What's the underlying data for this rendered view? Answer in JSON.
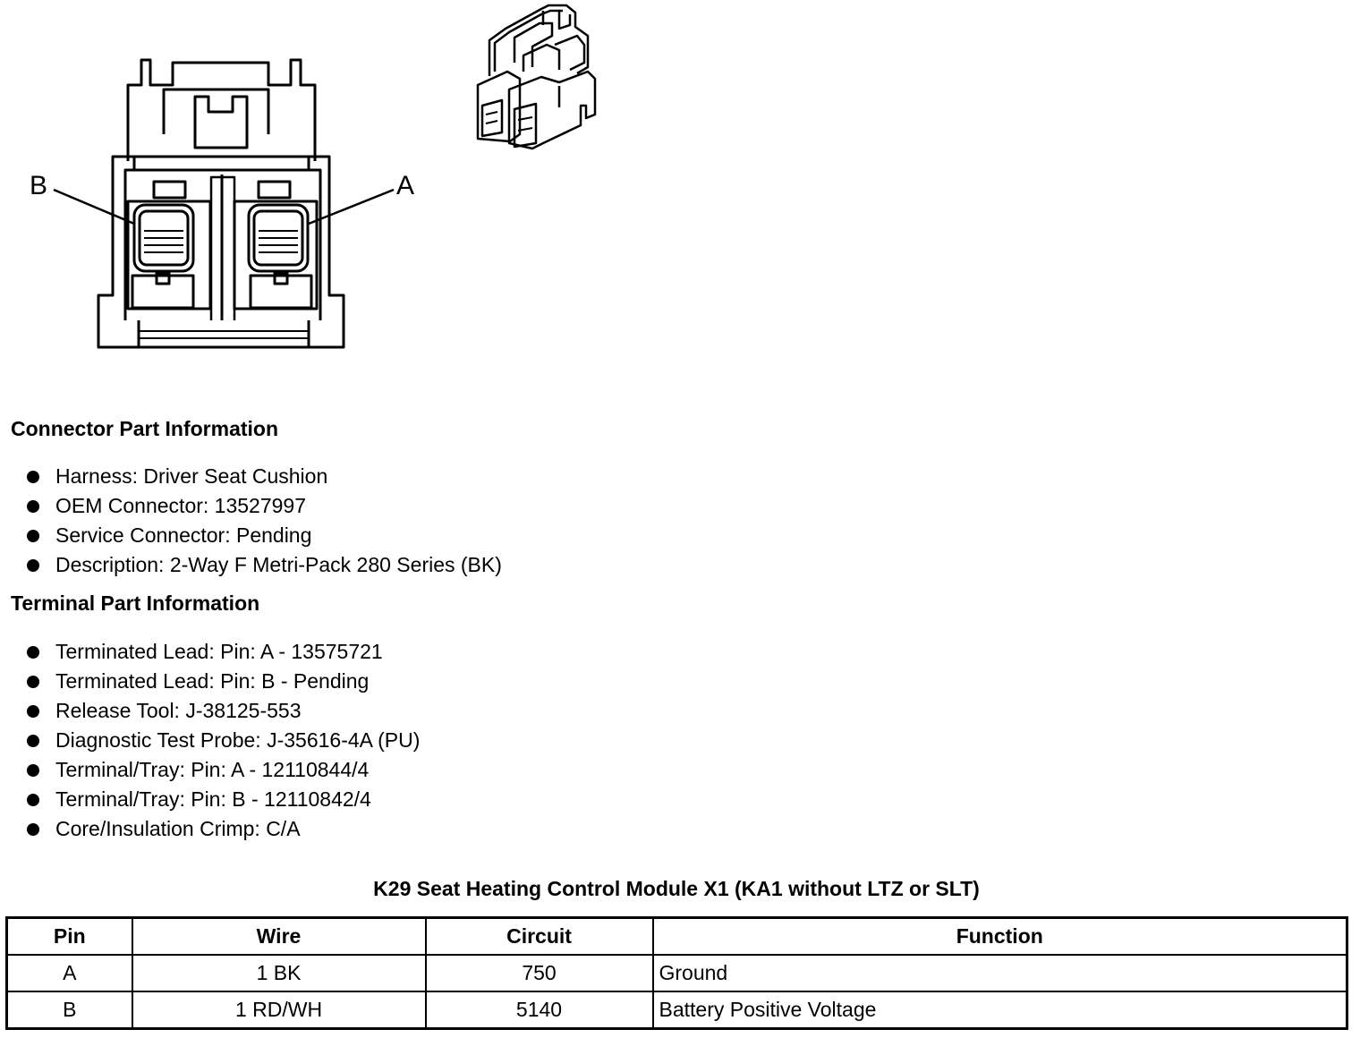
{
  "figure": {
    "pin_labels": [
      "B",
      "A"
    ]
  },
  "connector_section": {
    "title": "Connector Part Information",
    "items": [
      "Harness: Driver Seat Cushion",
      "OEM Connector: 13527997",
      "Service Connector: Pending",
      "Description: 2-Way F Metri-Pack 280 Series (BK)"
    ]
  },
  "terminal_section": {
    "title": "Terminal Part Information",
    "items": [
      "Terminated Lead: Pin: A - 13575721",
      "Terminated Lead: Pin: B - Pending",
      "Release Tool: J-38125-553",
      "Diagnostic Test Probe: J-35616-4A (PU)",
      "Terminal/Tray: Pin: A - 12110844/4",
      "Terminal/Tray: Pin: B - 12110842/4",
      "Core/Insulation Crimp: C/A"
    ]
  },
  "pin_table": {
    "title": "K29 Seat Heating Control Module X1 (KA1 without LTZ or SLT)",
    "headers": [
      "Pin",
      "Wire",
      "Circuit",
      "Function"
    ],
    "rows": [
      [
        "A",
        "1 BK",
        "750",
        "Ground"
      ],
      [
        "B",
        "1 RD/WH",
        "5140",
        "Battery Positive Voltage"
      ]
    ]
  }
}
